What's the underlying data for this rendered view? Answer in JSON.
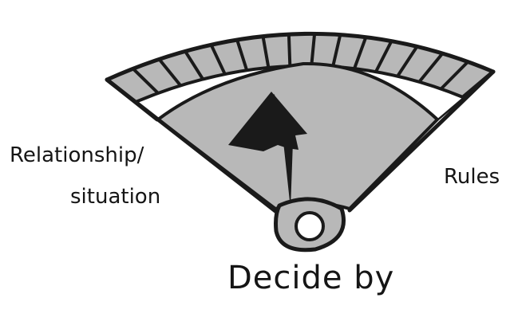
{
  "gauge": {
    "left_label_line1": "Relationship/",
    "left_label_line2": "situation",
    "right_label": "Rules",
    "tick_count": 15,
    "needle_position": 0.45,
    "colors": {
      "ink": "#1a1a1a",
      "fill": "#b8b8b8",
      "background": "#ffffff"
    }
  },
  "caption": "Decide by"
}
